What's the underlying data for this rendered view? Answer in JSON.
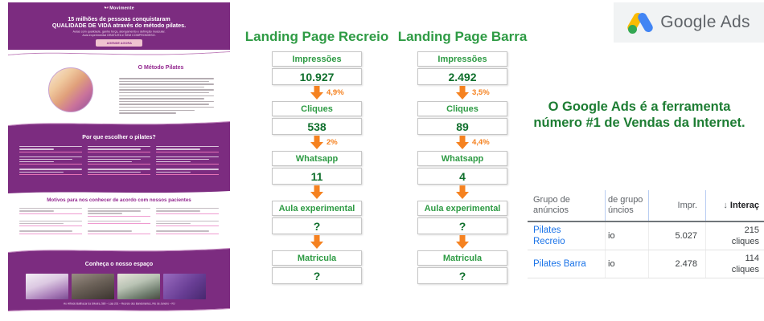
{
  "landing_page": {
    "logo_text": "Movimente",
    "hero": {
      "headline_line1": "15 milhões de pessoas conquistaram",
      "headline_line2": "QUALIDADE DE VIDA através do método pilates.",
      "sub_line1": "Aulas com qualidade, ganhe força, alongamento e definição muscular.",
      "sub_line2": "Aula experimental GRATUITA e SEM COMPROMISSO.",
      "cta_label": "AGENDE AGORA"
    },
    "sections": {
      "method_title": "O Método Pilates",
      "why_title": "Por que escolher o pilates?",
      "reasons_title": "Motivos para nos conhecer de acordo com nossos pacientes",
      "space_title": "Conheça o nosso espaço"
    },
    "footer_text": "Av. Alfredo Balthazar da Silveira, 580 – Loja 201 – Recreio dos Bandeirantes, Rio de Janeiro – RJ"
  },
  "funnels": [
    {
      "title": "Landing Page Recreio",
      "steps": [
        {
          "label": "Impressões",
          "value": "10.927"
        },
        {
          "label": "Cliques",
          "value": "538"
        },
        {
          "label": "Whatsapp",
          "value": "11"
        },
        {
          "label": "Aula experimental",
          "value": "?"
        },
        {
          "label": "Matricula",
          "value": "?"
        }
      ],
      "rates": [
        "4,9%",
        "2%"
      ]
    },
    {
      "title": "Landing Page Barra",
      "steps": [
        {
          "label": "Impressões",
          "value": "2.492"
        },
        {
          "label": "Cliques",
          "value": "89"
        },
        {
          "label": "Whatsapp",
          "value": "4"
        },
        {
          "label": "Aula experimental",
          "value": "?"
        },
        {
          "label": "Matricula",
          "value": "?"
        }
      ],
      "rates": [
        "3,5%",
        "4,4%"
      ]
    }
  ],
  "google_ads_banner": {
    "logo_text": "Google Ads"
  },
  "claim": {
    "line1": "O Google Ads é a ferramenta",
    "line2": "número #1 de Vendas da Internet."
  },
  "table": {
    "headers": {
      "col1_line1": "Grupo de",
      "col1_line2": "anúncios",
      "col2_line1": "de grupo",
      "col2_line2": "úncios",
      "col3": "Impr.",
      "col4_sort_icon": "↓",
      "col4_label": "Interaç"
    },
    "rows": [
      {
        "name_line1": "Pilates",
        "name_line2": "Recreio",
        "group": "io",
        "impressions": "5.027",
        "interactions_value": "215",
        "interactions_unit": "cliques"
      },
      {
        "name_line1": "Pilates Barra",
        "name_line2": "",
        "group": "io",
        "impressions": "2.478",
        "interactions_value": "114",
        "interactions_unit": "cliques"
      }
    ]
  },
  "colors": {
    "brand_purple": "#7c2c80",
    "cta_pink": "#f0c3d0",
    "funnel_green": "#2e9b44",
    "funnel_value_green": "#0f6f2c",
    "arrow_orange": "#f58220",
    "claim_green": "#1d7d33",
    "link_blue": "#1a73e8",
    "ads_banner_gray": "#f1f3f4"
  }
}
